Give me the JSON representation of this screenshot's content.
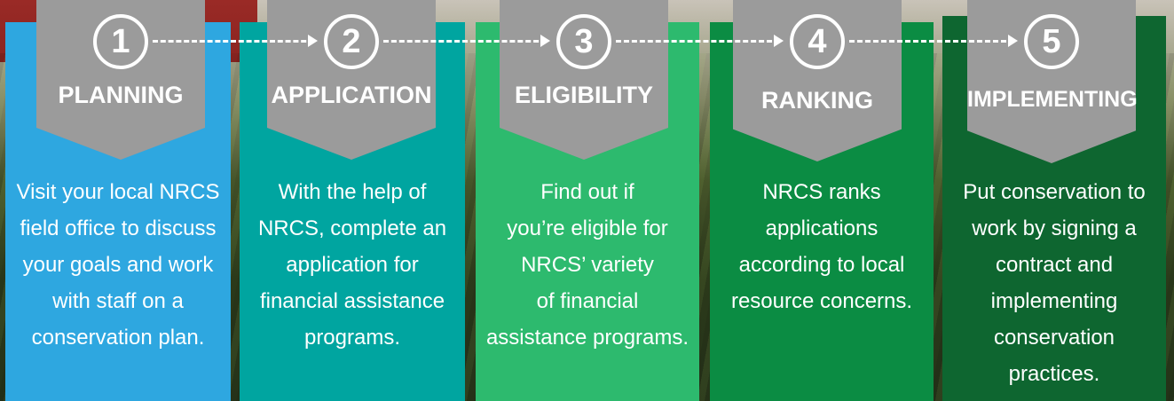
{
  "steps": [
    {
      "number": "1",
      "title": "PLANNING",
      "description": "Visit your local NRCS\nfield office to discuss\nyour goals and work\nwith staff on a\nconservation plan."
    },
    {
      "number": "2",
      "title": "APPLICATION",
      "description": "With the help of\nNRCS, complete an\napplication for\nfinancial assistance\nprograms."
    },
    {
      "number": "3",
      "title": "ELIGIBILITY",
      "description": "Find out if\nyou’re eligible for\nNRCS’ variety\nof financial\nassistance programs."
    },
    {
      "number": "4",
      "title": "RANKING",
      "description": "NRCS ranks\napplications\naccording to local\nresource concerns."
    },
    {
      "number": "5",
      "title": "IMPLEMENTING",
      "description": "Put conservation to\nwork by signing a\ncontract and\nimplementing\nconservation\npractices."
    }
  ],
  "colors": {
    "step1": "#2ea7e0",
    "step2": "#00a5a0",
    "step3": "#2dba6e",
    "step4": "#0b8c43",
    "step5": "#0e6630",
    "tab": "#9b9b9b"
  }
}
